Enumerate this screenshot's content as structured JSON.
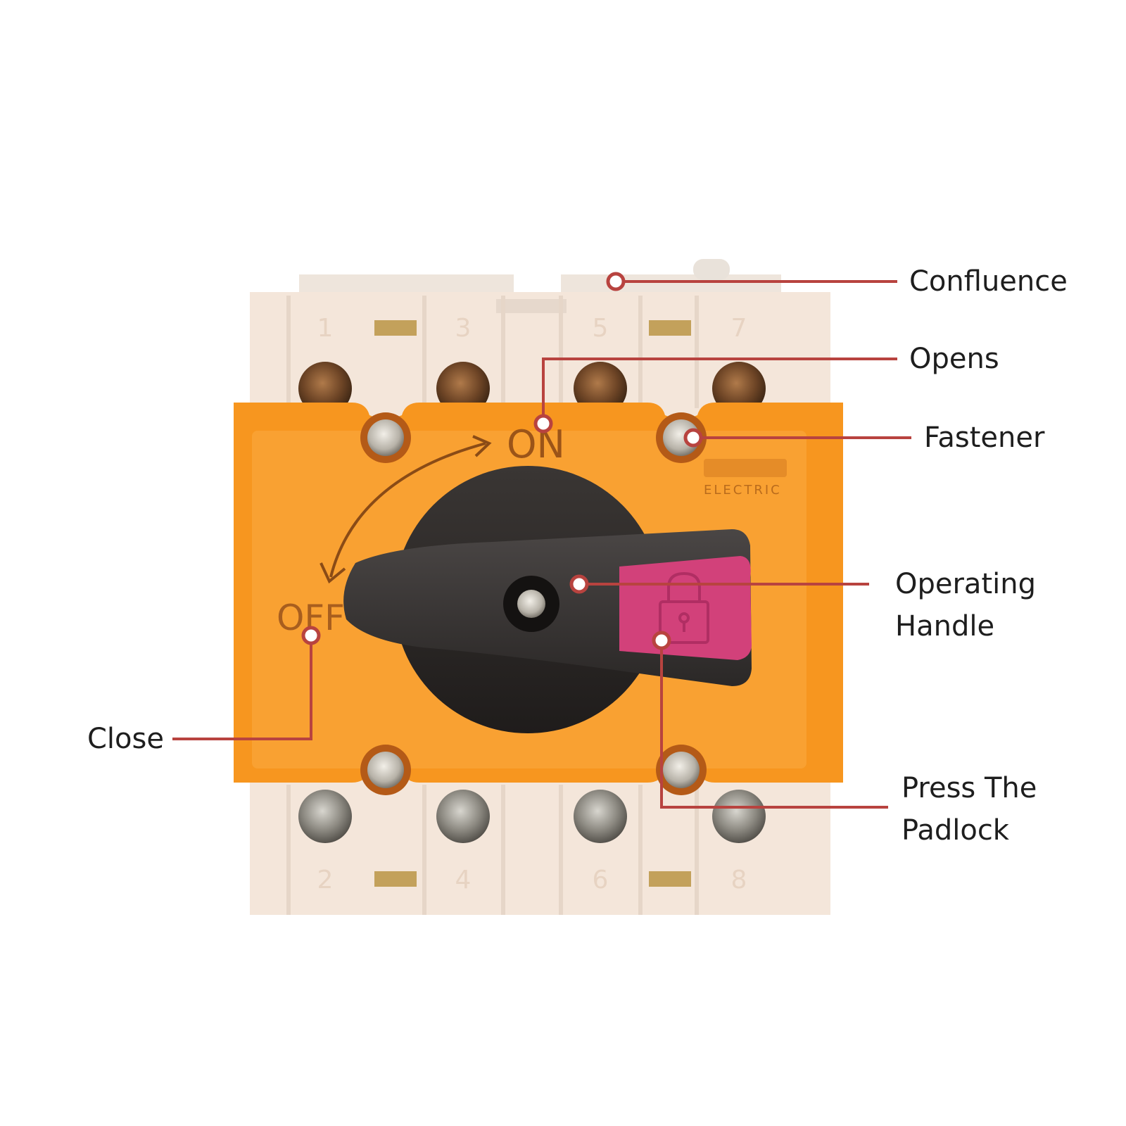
{
  "colors": {
    "housing": "#f4e6da",
    "housing_shadow": "#e7d6c6",
    "orange_plate": "#f7961f",
    "orange_inner": "#f9a132",
    "knob": "#2f2b29",
    "handle": "#3b3837",
    "padlock_button": "#d2417a",
    "leader": "#b8433f",
    "label_text": "#1e1e1e"
  },
  "device": {
    "top_terminal_numbers": [
      "1",
      "3",
      "5",
      "7"
    ],
    "bottom_terminal_numbers": [
      "2",
      "4",
      "6",
      "8"
    ],
    "on_label": "ON",
    "off_label": "OFF",
    "brand_sub": "ELECTRIC"
  },
  "callouts": {
    "confluence": {
      "lines": [
        "Confluence"
      ]
    },
    "opens": {
      "lines": [
        "Opens"
      ]
    },
    "fastener": {
      "lines": [
        "Fastener"
      ]
    },
    "operating_handle": {
      "lines": [
        "Operating",
        "Handle"
      ]
    },
    "close": {
      "lines": [
        "Close"
      ]
    },
    "padlock": {
      "lines": [
        "Press The",
        "Padlock"
      ]
    }
  }
}
